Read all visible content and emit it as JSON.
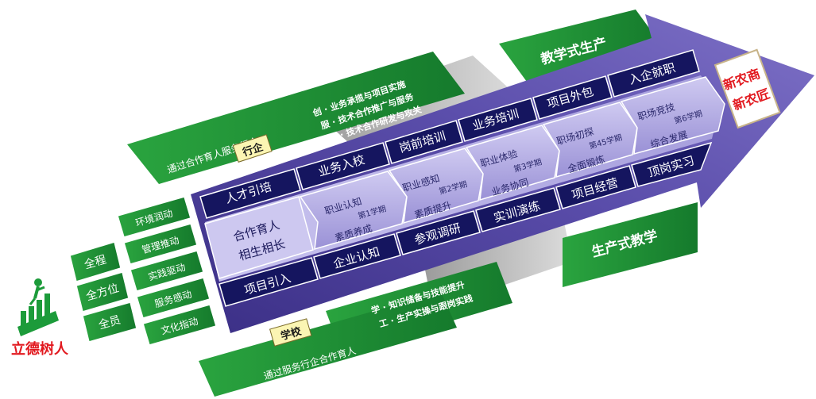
{
  "left": {
    "logo_text": "立德树人",
    "scope_items": [
      "全程",
      "全方位",
      "全员"
    ],
    "driver_items": [
      "环境润动",
      "管理推动",
      "实践驱动",
      "服务感动",
      "文化指动"
    ]
  },
  "top": {
    "green_band_text": "通过合作育人服务行企",
    "badge": "行企",
    "lines": [
      "创 · 业务承揽与项目实施",
      "服 · 技术合作推广与服务",
      "研 · 技术合作研发与攻关"
    ],
    "header_label": "教学式生产",
    "top_row": [
      "人才引培",
      "业务入校",
      "岗前培训",
      "业务培训",
      "项目外包",
      "入企就职"
    ]
  },
  "middle": {
    "core_line1": "合作育人",
    "core_line2": "相生相长",
    "stages": [
      {
        "title": "职业认知",
        "term": "第1学期",
        "sub": "素质养成"
      },
      {
        "title": "职业感知",
        "term": "第2学期",
        "sub": "素质提升"
      },
      {
        "title": "职业体验",
        "term": "第3学期",
        "sub": "业务协同"
      },
      {
        "title": "职场初探",
        "term": "第45学期",
        "sub": "全面锻炼"
      },
      {
        "title": "职场竞技",
        "term": "第6学期",
        "sub": "综合发展"
      }
    ]
  },
  "bottom": {
    "row": [
      "项目引入",
      "企业认知",
      "参观调研",
      "实训演练",
      "项目经营",
      "顶岗实习"
    ],
    "label": "生产式教学",
    "lines": [
      "学 · 知识储备与技能提升",
      "工 · 生产实操与跟岗实践"
    ],
    "badge": "学校",
    "green_band_text": "通过服务行企合作育人"
  },
  "arrow_tip_text": "新农商 新农匠",
  "colors": {
    "navy": "#12135e",
    "purple": "#5a4ba8",
    "lavender": "#b9b3e6",
    "green": "#1f8f36",
    "badge_bg": "#fbf5b3",
    "tip_red": "#e2191f"
  }
}
